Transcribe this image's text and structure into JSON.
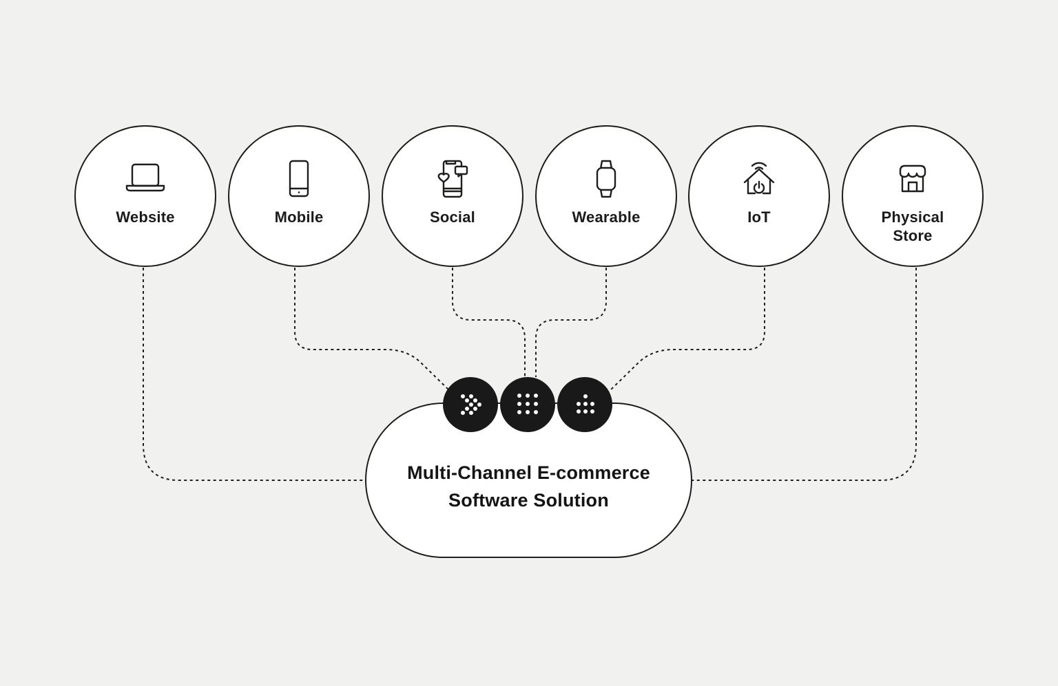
{
  "colors": {
    "background": "#f1f1f0",
    "node_fill": "#ffffff",
    "stroke": "#1d1d1b",
    "badge_fill": "#191919",
    "text": "#1b1b1b"
  },
  "channels": [
    {
      "label": "Website",
      "icon": "laptop-icon"
    },
    {
      "label": "Mobile",
      "icon": "smartphone-icon"
    },
    {
      "label": "Social",
      "icon": "social-phone-icon"
    },
    {
      "label": "Wearable",
      "icon": "smartwatch-icon"
    },
    {
      "label": "IoT",
      "icon": "smart-home-icon"
    },
    {
      "label": "Physical Store",
      "icon": "storefront-icon"
    }
  ],
  "hub": {
    "title_line1": "Multi-Channel E-commerce",
    "title_line2": "Software Solution",
    "badge_icons": [
      "dots-chevron-icon",
      "dots-grid-icon",
      "dots-cluster-icon"
    ]
  }
}
